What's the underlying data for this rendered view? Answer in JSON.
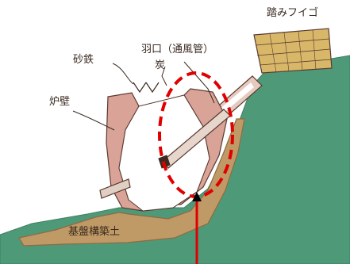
{
  "labels": {
    "fuigo": "踏みフイゴ",
    "tuyere": "羽口（通風管）",
    "iron_sand": "砂鉄",
    "charcoal": "炭",
    "furnace_wall": "炉壁",
    "base_soil": "基盤構築土"
  },
  "colors": {
    "ground": "#4e9a78",
    "furnace_wall": "#d9a397",
    "base_soil": "#c09a66",
    "bellows": "#d8b868",
    "highlight": "#e00000",
    "outline": "#5a3a30"
  }
}
